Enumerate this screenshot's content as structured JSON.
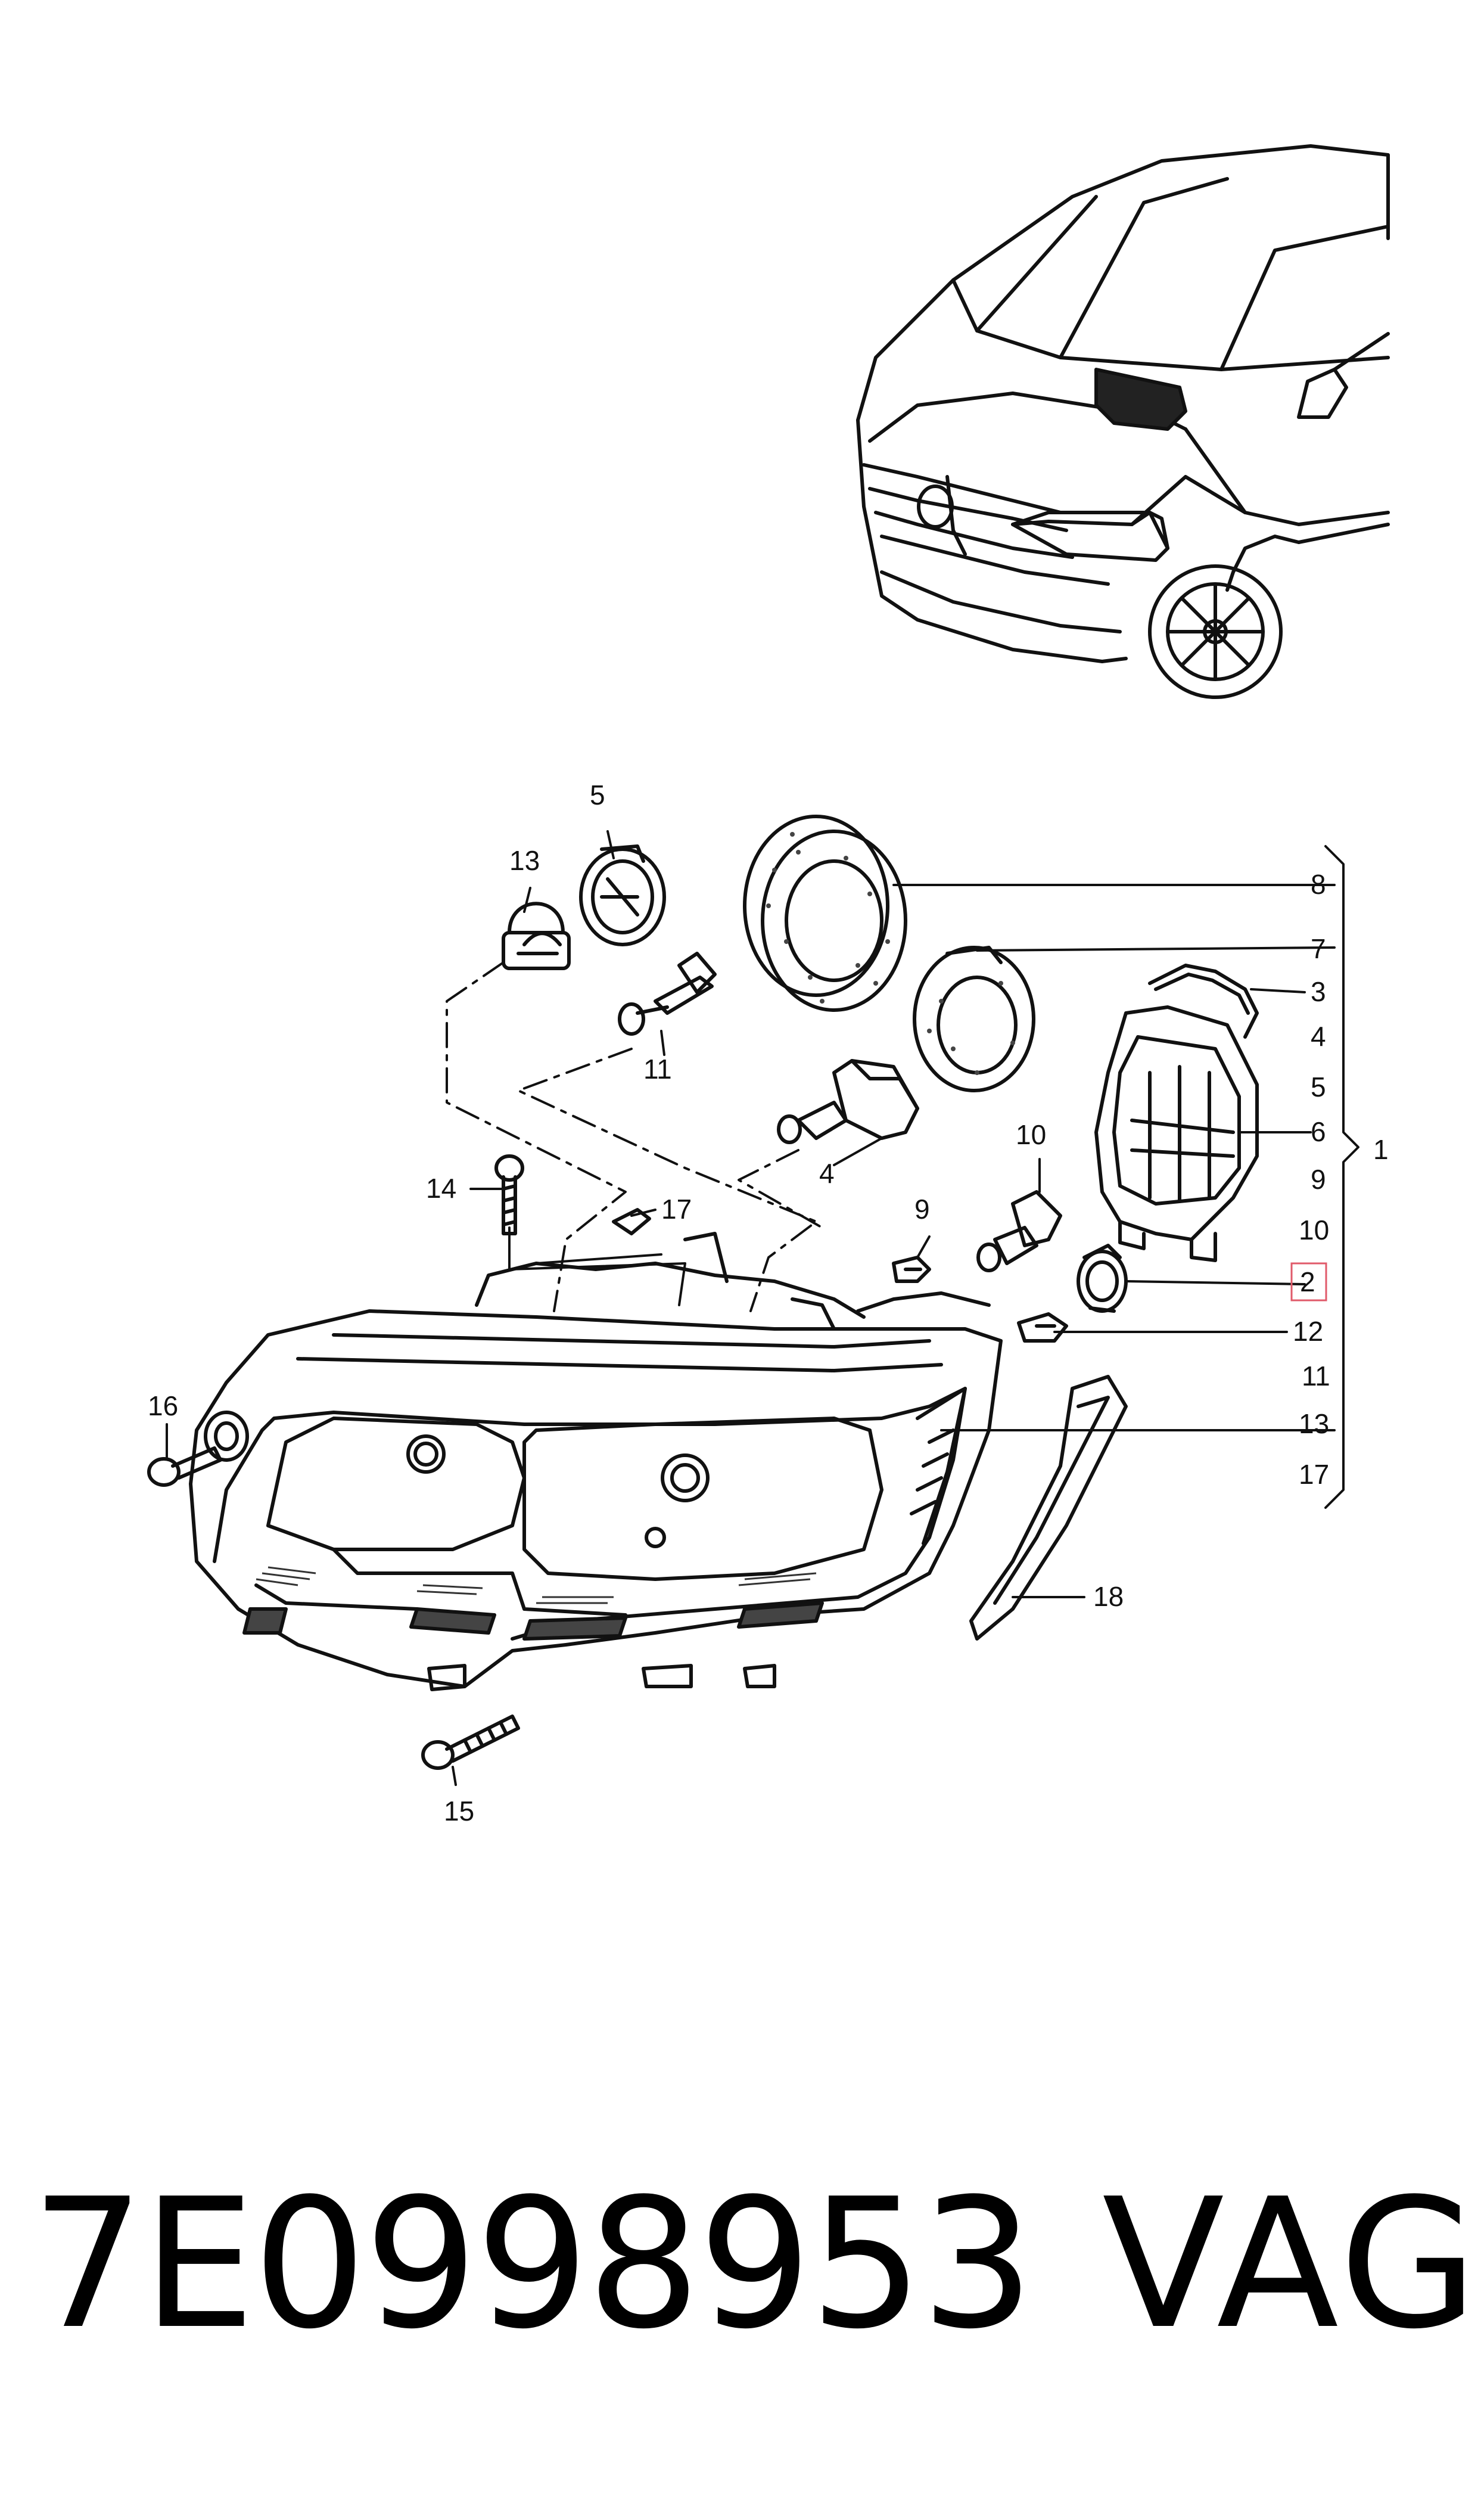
{
  "diagram": {
    "callouts": {
      "c1": "1",
      "c2": "2",
      "c3": "3",
      "c4": "4",
      "c4b": "4",
      "c5": "5",
      "c5b": "5",
      "c6": "6",
      "c7": "7",
      "c8": "8",
      "c9": "9",
      "c9b": "9",
      "c10": "10",
      "c10b": "10",
      "c11": "11",
      "c11b": "11",
      "c12": "12",
      "c13": "13",
      "c13b": "13",
      "c14": "14",
      "c15": "15",
      "c16": "16",
      "c17": "17",
      "c17b": "17",
      "c18": "18"
    },
    "highlight_color": "#e05a6a"
  },
  "footer": {
    "part_number": "7E0998953",
    "brand": "VAG"
  }
}
